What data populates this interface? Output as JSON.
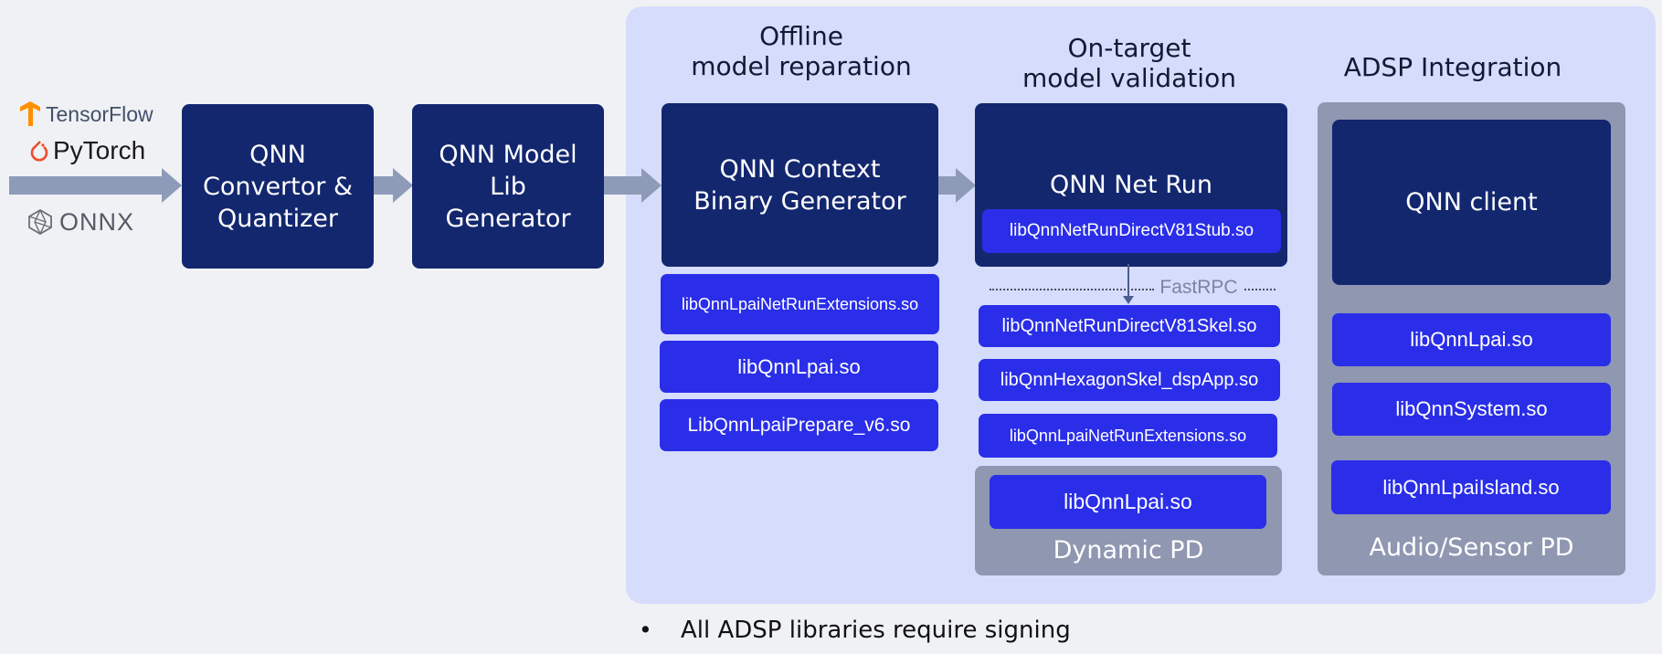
{
  "frameworks": {
    "tensorflow": "TensorFlow",
    "pytorch": "PyTorch",
    "onnx": "ONNX"
  },
  "stages": {
    "converter": "QNN Convertor & Quantizer",
    "model_lib": "QNN Model Lib Generator",
    "context_binary": "QNN Context Binary Generator",
    "net_run": "QNN Net Run",
    "client": "QNN client"
  },
  "headers": {
    "offline": "Offline\nmodel reparation",
    "on_target": "On-target\nmodel validation",
    "adsp": "ADSP Integration"
  },
  "offline_libs": [
    "libQnnLpaiNetRunExtensions.so",
    "libQnnLpai.so",
    "LibQnnLpaiPrepare_v6.so"
  ],
  "net_run_stub": "libQnnNetRunDirectV81Stub.so",
  "fastrpc_label": "FastRPC",
  "on_target_libs": [
    "libQnnNetRunDirectV81Skel.so",
    "libQnnHexagonSkel_dspApp.so",
    "libQnnLpaiNetRunExtensions.so"
  ],
  "dynamic_pd": {
    "lib": "libQnnLpai.so",
    "label": "Dynamic PD"
  },
  "adsp_libs": [
    "libQnnLpai.so",
    "libQnnSystem.so",
    "libQnnLpaiIsland.so"
  ],
  "audio_pd_label": "Audio/Sensor PD",
  "note": {
    "bullet": "•",
    "text": "All ADSP libraries require signing"
  },
  "colors": {
    "dark_block": "#13276f",
    "lib_block": "#2a2ee8",
    "panel": "#d6dcfc",
    "gray_pd": "#8f97b1",
    "arrow": "#8e9bb8",
    "tensorflow": "#ff8f00",
    "pytorch": "#ee4c2c"
  }
}
